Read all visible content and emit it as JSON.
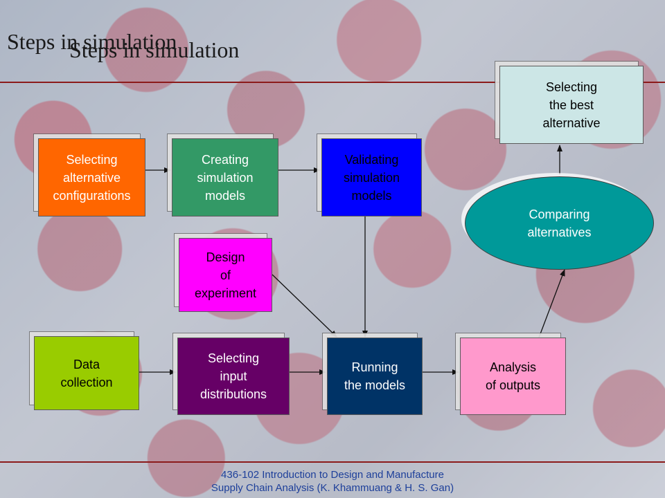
{
  "slide": {
    "title": "Steps in simulation",
    "title_duplicate": "Steps in simulation"
  },
  "footer": {
    "line1": "436-102 Introduction to Design and Manufacture",
    "line2": "Supply Chain Analysis (K. Khammuang & H. S. Gan)"
  },
  "nodes": {
    "selecting_alternative_configurations": {
      "label": "Selecting\nalternative\nconfigurations",
      "color": "#ff6600"
    },
    "creating_simulation_models": {
      "label": "Creating\nsimulation\nmodels",
      "color": "#339966"
    },
    "validating_simulation_models": {
      "label": "Validating\nsimulation\nmodels",
      "color": "#0000ff"
    },
    "design_of_experiment": {
      "label": "Design\nof\nexperiment",
      "color": "#ff00ff"
    },
    "data_collection": {
      "label": "Data\ncollection",
      "color": "#99cc00"
    },
    "selecting_input_distributions": {
      "label": "Selecting\ninput\ndistributions",
      "color": "#660066"
    },
    "running_the_models": {
      "label": "Running\nthe models",
      "color": "#003366"
    },
    "analysis_of_outputs": {
      "label": "Analysis\nof outputs",
      "color": "#ff99cc"
    },
    "comparing_alternatives": {
      "label": "Comparing\nalternatives",
      "color": "#009999"
    },
    "selecting_the_best_alternative": {
      "label": "Selecting\nthe best\nalternative",
      "color": "#cce6e6"
    }
  }
}
